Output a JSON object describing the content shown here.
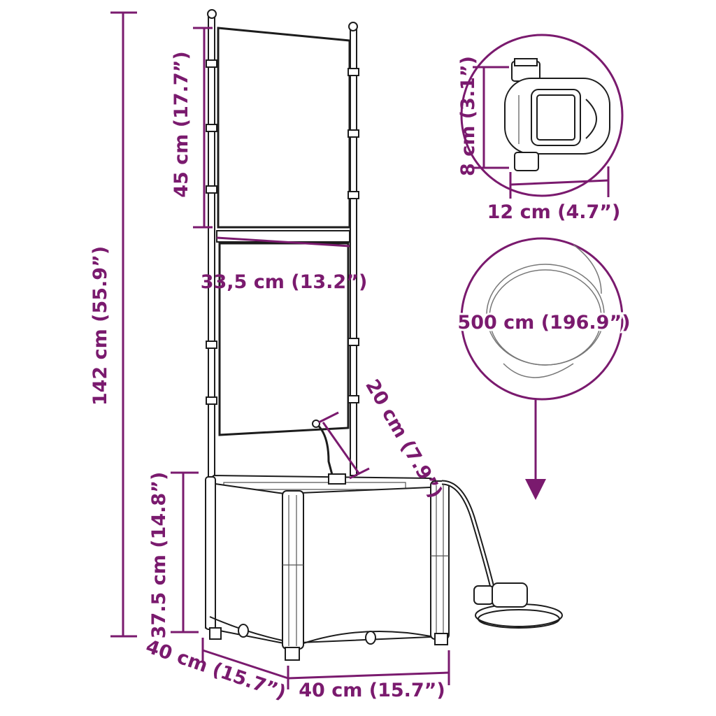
{
  "colors": {
    "dimension": "#7a1a6e",
    "outline": "#1c1c1c"
  },
  "dimensions": {
    "total_height": "142 cm (55.9”)",
    "trellis_panel_height": "45 cm (17.7”)",
    "trellis_width": "33,5 cm (13.2”)",
    "tube_length": "20 cm (7.9”)",
    "planter_height": "37.5 cm (14.8”)",
    "planter_depth": "40 cm (15.7”)",
    "planter_width": "40 cm (15.7”)",
    "timer_height": "8 cm (3.1”)",
    "timer_width": "12 cm (4.7”)",
    "hose_length": "500 cm (196.9”)"
  },
  "icons": {
    "timer": "water-timer-icon",
    "hose": "hose-coil-icon",
    "arrow": "arrow-down-icon"
  }
}
